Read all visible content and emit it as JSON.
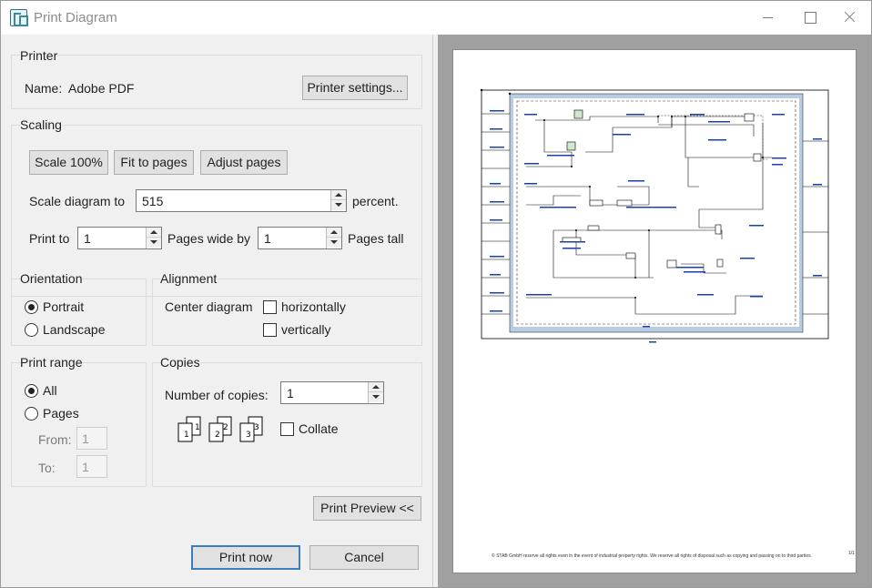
{
  "window": {
    "title": "Print Diagram"
  },
  "printer": {
    "group_title": "Printer",
    "name_label": "Name:",
    "name_value": "Adobe PDF",
    "settings_button": "Printer settings..."
  },
  "scaling": {
    "group_title": "Scaling",
    "scale100_button": "Scale 100%",
    "fit_button": "Fit to pages",
    "adjust_button": "Adjust pages",
    "scale_label": "Scale diagram to",
    "scale_value": "515",
    "scale_unit": "percent.",
    "print_to_label": "Print to",
    "pages_wide_value": "1",
    "pages_wide_label": "Pages wide by",
    "pages_tall_value": "1",
    "pages_tall_label": "Pages tall"
  },
  "orientation": {
    "group_title": "Orientation",
    "portrait": "Portrait",
    "landscape": "Landscape",
    "selected": "Portrait"
  },
  "alignment": {
    "group_title": "Alignment",
    "center_label": "Center diagram",
    "horizontally": "horizontally",
    "vertically": "vertically"
  },
  "print_range": {
    "group_title": "Print range",
    "all": "All",
    "pages": "Pages",
    "from_label": "From:",
    "from_value": "1",
    "to_label": "To:",
    "to_value": "1",
    "selected": "All"
  },
  "copies": {
    "group_title": "Copies",
    "number_label": "Number of copies:",
    "number_value": "1",
    "collate_label": "Collate"
  },
  "actions": {
    "preview_button": "Print Preview <<",
    "print_button": "Print now",
    "cancel_button": "Cancel"
  },
  "preview": {
    "footer": "© STAB GmbH reserve all rights even in the event of industrial property rights. We reserve all rights of disposal such as copying and passing on to third parties.",
    "page_count": "1/1"
  }
}
